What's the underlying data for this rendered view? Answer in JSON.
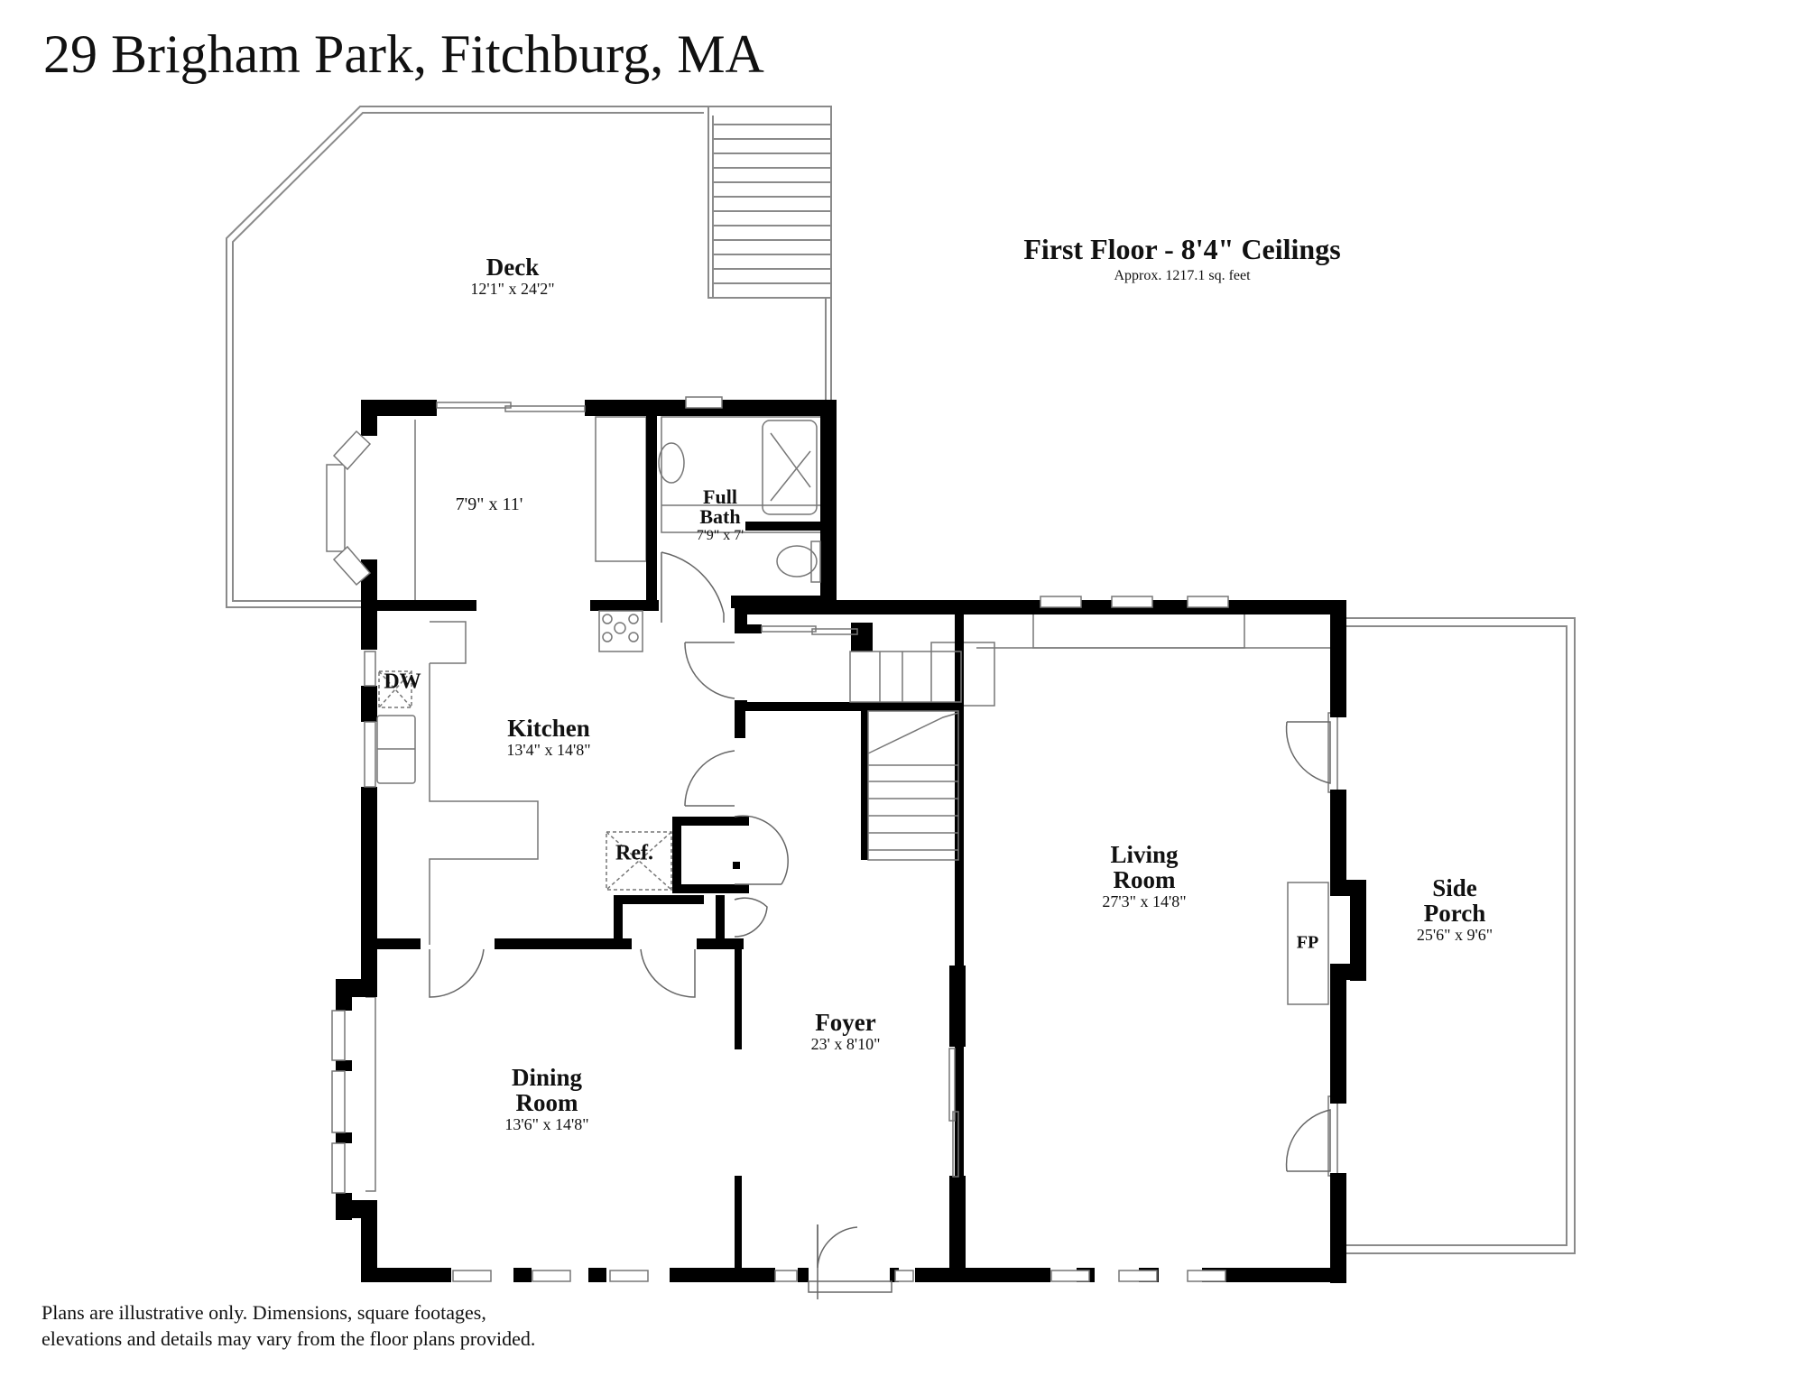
{
  "header": {
    "title": "29 Brigham Park, Fitchburg, MA"
  },
  "floor": {
    "heading": "First Floor - 8'4\" Ceilings",
    "area": "Approx. 1217.1 sq. feet"
  },
  "rooms": [
    {
      "id": "deck",
      "name": "Deck",
      "dims": "12'1\" x 24'2\""
    },
    {
      "id": "breakfast",
      "name": "",
      "dims": "7'9\" x 11'"
    },
    {
      "id": "full-bath",
      "name": "Full Bath",
      "name_lines": [
        "Full",
        "Bath"
      ],
      "dims": "7'9\" x 7'"
    },
    {
      "id": "kitchen",
      "name": "Kitchen",
      "dims": "13'4\" x 14'8\""
    },
    {
      "id": "living-room",
      "name": "Living Room",
      "name_lines": [
        "Living",
        "Room"
      ],
      "dims": "27'3\" x 14'8\""
    },
    {
      "id": "side-porch",
      "name": "Side Porch",
      "name_lines": [
        "Side",
        "Porch"
      ],
      "dims": "25'6\" x 9'6\""
    },
    {
      "id": "foyer",
      "name": "Foyer",
      "dims": "23' x 8'10\""
    },
    {
      "id": "dining-room",
      "name": "Dining Room",
      "name_lines": [
        "Dining",
        "Room"
      ],
      "dims": "13'6\" x 14'8\""
    }
  ],
  "fixtures": {
    "dishwasher": "DW",
    "refrigerator": "Ref.",
    "fireplace": "FP"
  },
  "colors": {
    "wall": "#000000",
    "outline": "#888888",
    "background": "#ffffff"
  },
  "footer": {
    "disclaimer_line1": "Plans are illustrative only. Dimensions, square footages,",
    "disclaimer_line2": "elevations and details may vary from the floor plans provided."
  }
}
